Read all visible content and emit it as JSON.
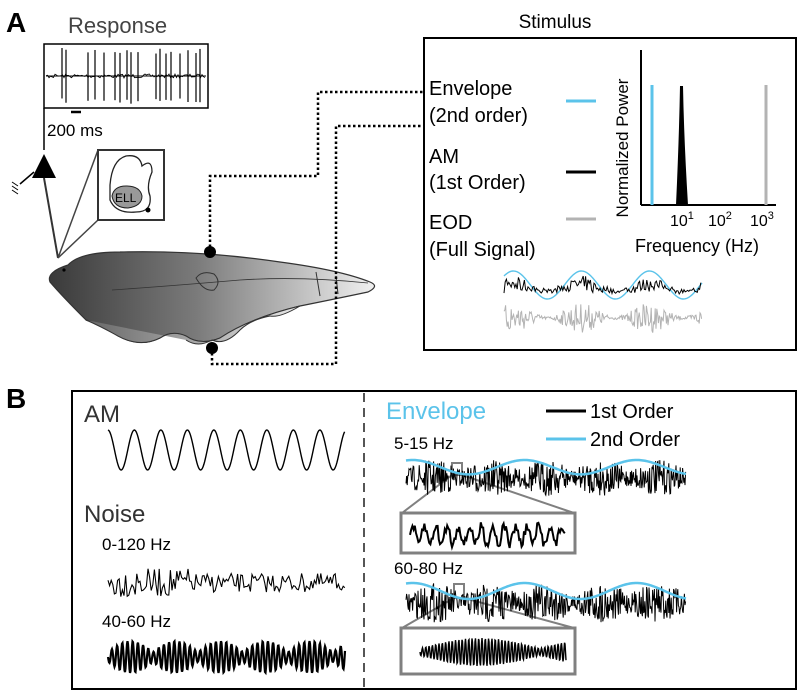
{
  "panel_a": {
    "letter": "A",
    "response_title": "Response",
    "scale_bar_label": "200 ms",
    "ell_label": "ELL",
    "stimulus_title": "Stimulus",
    "legend": [
      {
        "line1": "Envelope",
        "line2": "(2nd order)",
        "color": "#5bc3ea"
      },
      {
        "line1": "AM",
        "line2": "(1st Order)",
        "color": "#000000"
      },
      {
        "line1": "EOD",
        "line2": "(Full Signal)",
        "color": "#b3b3b3"
      }
    ],
    "spectrum": {
      "ylabel": "Normalized Power",
      "xlabel": "Frequency (Hz)",
      "ticks": [
        {
          "base": "10",
          "exp": "1"
        },
        {
          "base": "10",
          "exp": "2"
        },
        {
          "base": "10",
          "exp": "3"
        }
      ]
    }
  },
  "panel_b": {
    "letter": "B",
    "am_title": "AM",
    "noise_title": "Noise",
    "noise_bands": [
      "0-120 Hz",
      "40-60 Hz"
    ],
    "envelope_title": "Envelope",
    "envelope_bands": [
      "5-15 Hz",
      "60-80 Hz"
    ],
    "legend": [
      {
        "label": "1st Order",
        "color": "#000000"
      },
      {
        "label": "2nd Order",
        "color": "#5bc3ea"
      }
    ]
  },
  "colors": {
    "accent_blue": "#5bc3ea",
    "gray": "#b3b3b3",
    "box_gray": "#808080"
  }
}
